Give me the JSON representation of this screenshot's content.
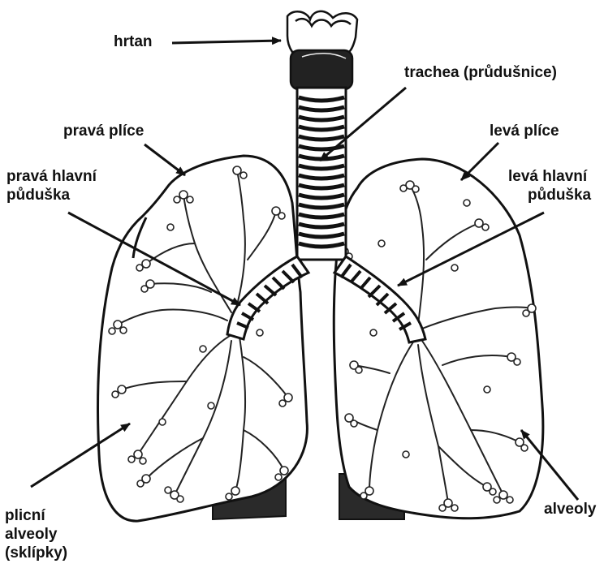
{
  "labels": {
    "hrtan": "hrtan",
    "trachea": "trachea (průdušnice)",
    "prava_plice": "pravá plíce",
    "leva_plice": "levá plíce",
    "prava_pruduska_line1": "pravá hlavní",
    "prava_pruduska_line2": "půduška",
    "leva_pruduska_line1": "levá hlavní",
    "leva_pruduska_line2": "půduška",
    "plicni_alveoly_line1": "plicní",
    "plicni_alveoly_line2": "alveoly",
    "plicni_alveoly_line3": "(sklípky)",
    "alveoly": "alveoly"
  }
}
